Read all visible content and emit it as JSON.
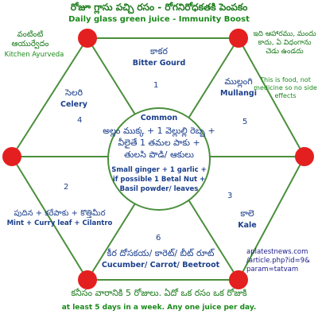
{
  "header": {
    "title_te": "రోజూ గ్లాసు పచ్చి రసం - రోగనిరోధకతకి పెంపకం",
    "title_en": "Daily glass green juice - Immunity Boost"
  },
  "corner_tl": {
    "te": "వంటింటి ఆయుర్వేదం",
    "en": "Kitchen Ayurveda"
  },
  "corner_tr": {
    "te": "ఇది ఆహారము, మందు కాదు, ఏ విధంగాను చెడు ఉండదు",
    "en": "This is food, not medicine so no side effects"
  },
  "nodes": [
    {
      "num": "1",
      "te": "కాకర",
      "en": "Bitter Gourd"
    },
    {
      "num": "5",
      "te": "ముల్లంగి",
      "en": "Mullangi"
    },
    {
      "num": "4",
      "te": "సెలరి",
      "en": "Celery"
    },
    {
      "num": "2",
      "te": "పుదిన + కరేపాకు + కొత్తిమీర",
      "en": "Mint + Curry leaf + Cilantro"
    },
    {
      "num": "3",
      "te": "కాలె",
      "en": "Kale"
    },
    {
      "num": "6",
      "te": "కీర దోసకయ/ కారెట్/ బీట్ రూట్",
      "en": "Cucumber/ Carrot/ Beetroot"
    }
  ],
  "center": {
    "title": "Common",
    "te_lines": [
      "అల్లం ముక్క + 1 వెల్లుల్లి రెబ్బ +",
      "వీలైతే 1 తమల పాకు +",
      "తులసి పొడి/ ఆకులు"
    ],
    "en_lines": [
      "Small ginger + 1 garlic +",
      "if possible 1 Betal Nut +",
      "Basil powder/ leaves"
    ]
  },
  "website": [
    "aplatestnews.com",
    "/article.php?id=9&",
    "param=tatvam"
  ],
  "footer": {
    "te": "కనీసం వారానికి 5 రోజులు. ఏదో ఒక రసం ఒక రోజుకి",
    "en": "at least 5 days in a week. Any one juice per day."
  },
  "colors": {
    "dot": "#e41f1f",
    "line": "#4a8f3c",
    "text_green": "#1a7a1a",
    "text_blue": "#1b3f8b"
  }
}
